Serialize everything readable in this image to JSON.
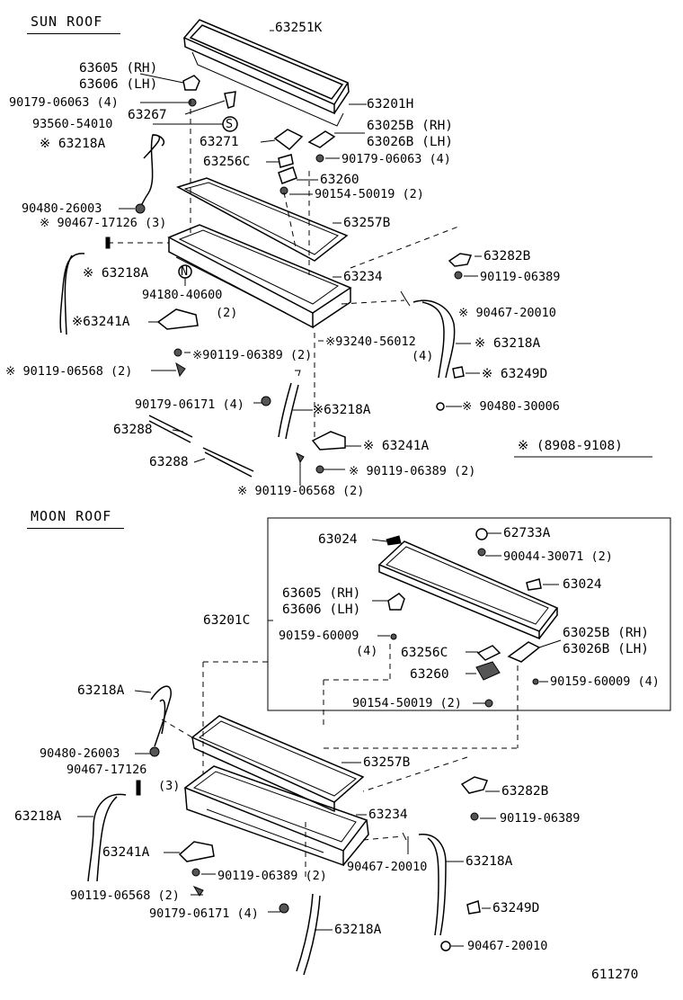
{
  "sun_roof": {
    "title": "SUN ROOF",
    "labels": {
      "p63251K": "63251K",
      "p63605": "63605 (RH)",
      "p63606": "63606 (LH)",
      "p90179_06063a": "90179-06063 (4)",
      "p63267": "63267",
      "p63201H": "63201H",
      "p93560": "93560-54010",
      "s_marker": "S",
      "p63025B": "63025B (RH)",
      "p63026B": "63026B (LH)",
      "p63271": "63271",
      "p63218A_1": "※ 63218A",
      "p90179_06063b": "90179-06063 (4)",
      "p63256C": "63256C",
      "p63260": "63260",
      "p90154": "90154-50019 (2)",
      "p90480_26003": "90480-26003",
      "p90467_17126": "※ 90467-17126 (3)",
      "p63257B": "63257B",
      "p63282B": "63282B",
      "p63218A_2": "※ 63218A",
      "n_marker": "N",
      "p63234": "63234",
      "p90119_06389a": "90119-06389",
      "p94180": "94180-40600",
      "p94180_qty": "(2)",
      "p90467_20010": "※ 90467-20010",
      "p63241A_1": "※63241A",
      "p93240": "※93240-56012",
      "p93240_qty": "(4)",
      "p63218A_3": "※ 63218A",
      "p90119_06389b": "※90119-06389 (2)",
      "p90119_06568a": "※ 90119-06568 (2)",
      "p63249D": "※ 63249D",
      "p90179_06171": "90179-06171 (4)",
      "p63218A_4": "※63218A",
      "p90480_30006": "※ 90480-30006",
      "p63288a": "63288",
      "p63241A_2": "※ 63241A",
      "p63288b": "63288",
      "p90119_06389c": "※ 90119-06389 (2)",
      "p90119_06568b": "※ 90119-06568 (2)",
      "note": "※ (8908-9108)"
    }
  },
  "moon_roof": {
    "title": "MOON ROOF",
    "labels": {
      "p63024a": "63024",
      "p62733A": "62733A",
      "p90044": "90044-30071 (2)",
      "p63024b": "63024",
      "p63605": "63605 (RH)",
      "p63606": "63606 (LH)",
      "p63201C": "63201C",
      "p90159a": "90159-60009",
      "p90159a_qty": "(4)",
      "p63256C": "63256C",
      "p63025B": "63025B (RH)",
      "p63026B": "63026B (LH)",
      "p63260": "63260",
      "p90159b": "90159-60009 (4)",
      "p90154": "90154-50019 (2)",
      "p63218A_1": "63218A",
      "p90480_26003": "90480-26003",
      "p63257B": "63257B",
      "p90467_17126": "90467-17126",
      "p90467_17126_qty": "(3)",
      "p63282B": "63282B",
      "p63218A_2": "63218A",
      "p63234": "63234",
      "p90119_06389a": "90119-06389",
      "p63241A": "63241A",
      "p90467_20010a": "90467-20010",
      "p63218A_3": "63218A",
      "p90119_06389b": "90119-06389 (2)",
      "p90119_06568": "90119-06568 (2)",
      "p63249D": "63249D",
      "p90179_06171": "90179-06171 (4)",
      "p63218A_4": "63218A",
      "p90467_20010b": "90467-20010"
    }
  },
  "figure_number": "611270"
}
